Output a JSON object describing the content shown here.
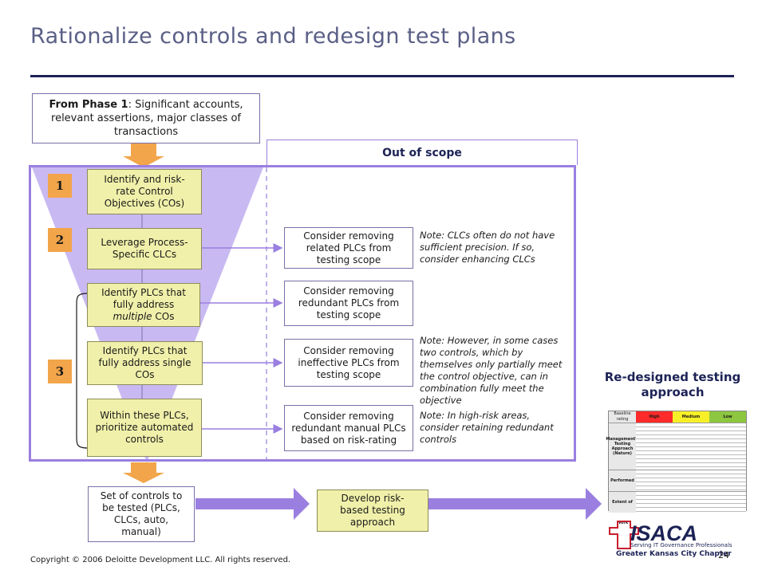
{
  "title": "Rationalize controls and redesign test plans",
  "phase_box": {
    "bold": "From Phase 1",
    "rest": ": Significant accounts, relevant assertions, major classes of transactions"
  },
  "out_of_scope": "Out of scope",
  "badges": [
    "1",
    "2",
    "3"
  ],
  "steps": [
    "Identify and risk-rate Control Objectives (COs)",
    "Leverage Process-Specific CLCs",
    "Identify PLCs that fully address multiple COs",
    "Identify PLCs that fully address single COs",
    "Within these PLCs, prioritize automated controls"
  ],
  "step3_parts": {
    "a": "Identify PLCs that fully address",
    "b": "multiple",
    "c": "COs"
  },
  "actions": [
    "Consider removing related PLCs from testing scope",
    "Consider removing redundant PLCs from testing scope",
    "Consider removing ineffective PLCs from testing scope",
    "Consider removing redundant manual PLCs based on risk-rating"
  ],
  "notes": [
    "Note: CLCs often do not have sufficient precision. If so, consider enhancing CLCs",
    "Note: However, in some cases two controls, which by themselves only partially meet the control objective, can in combination fully meet the objective",
    "Note: In high-risk areas, consider retaining redundant controls"
  ],
  "bottom": {
    "set_box": "Set of controls to be tested (PLCs, CLCs, auto, manual)",
    "develop_box": "Develop risk-based testing approach"
  },
  "redesigned_label": "Re-designed testing approach",
  "mini_table": {
    "headers": [
      "Baseline rating",
      "High",
      "Medium",
      "Low"
    ],
    "rows": [
      "Management's Testing Approach (Nature)",
      "Performed By",
      "Extent of Work"
    ]
  },
  "logo": {
    "name": "ISACA",
    "tagline": "Serving IT Governance Professionals",
    "chapter": "Greater Kansas City Chapter"
  },
  "copyright": "Copyright © 2006 Deloitte Development LLC. All rights reserved.",
  "page_number": "24",
  "colors": {
    "navy": "#1d2355",
    "purple": "#9a7fe0",
    "funnel": "#c9b9f2",
    "yellow": "#f0f0aa",
    "orange": "#f2a54a"
  }
}
